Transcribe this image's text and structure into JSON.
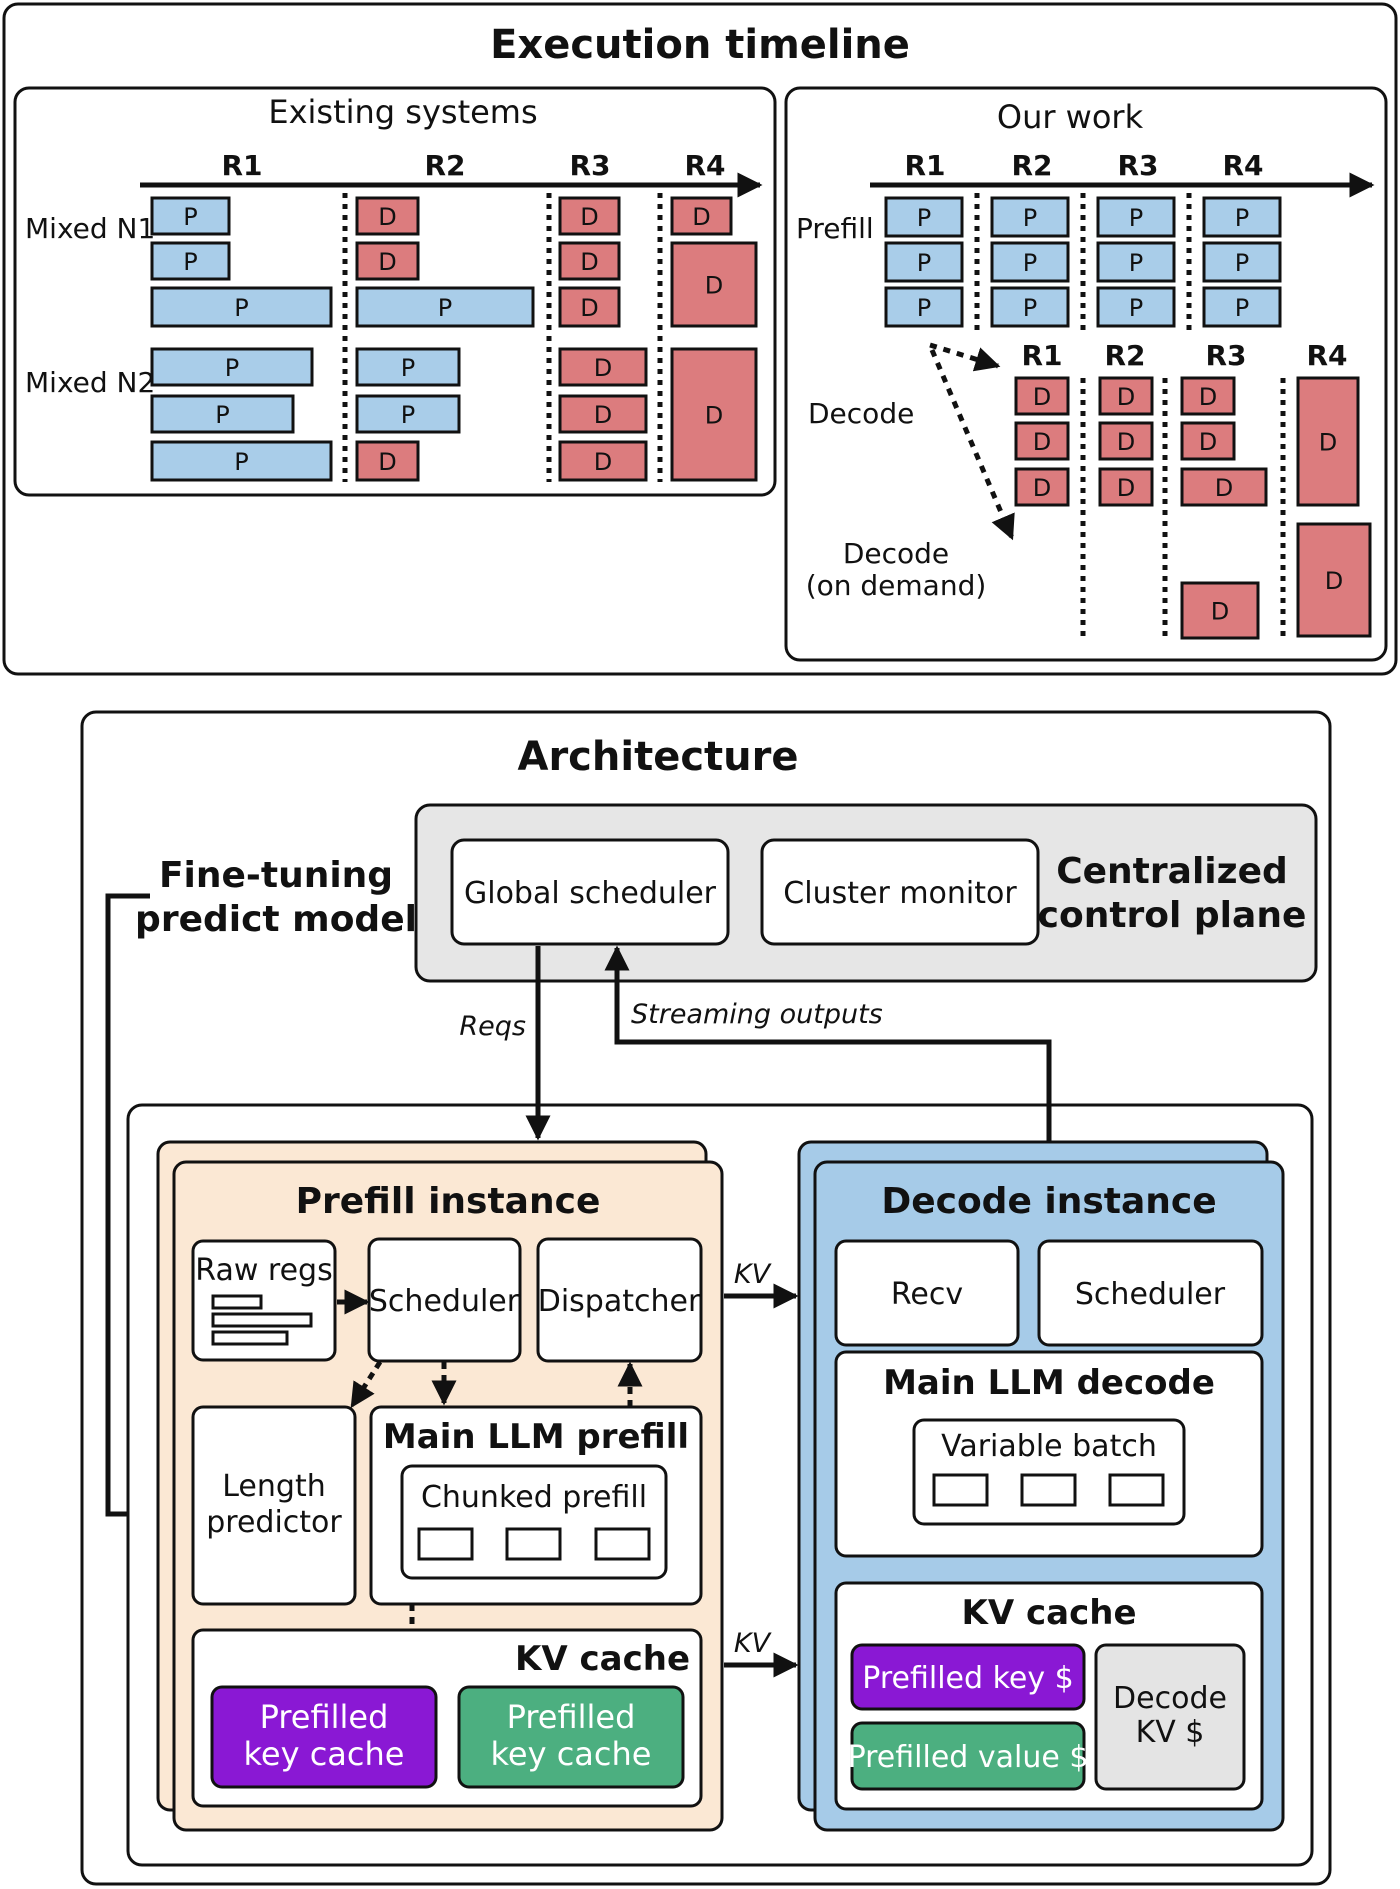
{
  "colors": {
    "prefill_block": "#a9cde9",
    "decode_block": "#dc7c7e",
    "prefill_instance_bg": "#fbe8d4",
    "decode_instance_bg": "#a6cbe8",
    "control_plane_bg": "#e6e6e6",
    "purple": "#8a18d4",
    "green": "#4caf80",
    "gray_box": "#e4e4e4",
    "stroke": "#111111"
  },
  "timeline": {
    "title": "Execution timeline",
    "existing": {
      "title": "Existing systems",
      "rounds": [
        "R1",
        "R2",
        "R3",
        "R4"
      ],
      "row_labels": [
        "Mixed N1",
        "Mixed N2"
      ],
      "block_p": "P",
      "block_d": "D"
    },
    "ours": {
      "title": "Our work",
      "rounds": [
        "R1",
        "R2",
        "R3",
        "R4"
      ],
      "decode_rounds": [
        "R1",
        "R2",
        "R3",
        "R4"
      ],
      "row_prefill": "Prefill",
      "row_decode": "Decode",
      "row_on_demand_1": "Decode",
      "row_on_demand_2": "(on demand)",
      "block_p": "P",
      "block_d": "D"
    }
  },
  "architecture": {
    "title": "Architecture",
    "fine_tuning_1": "Fine-tuning",
    "fine_tuning_2": "predict model",
    "control_plane": {
      "label_1": "Centralized",
      "label_2": "control plane",
      "global_scheduler": "Global scheduler",
      "cluster_monitor": "Cluster monitor"
    },
    "reqs_label": "Reqs",
    "streaming_label": "Streaming outputs",
    "kv_label_top": "KV",
    "kv_label_bottom": "KV",
    "prefill_instance": {
      "title": "Prefill instance",
      "raw_reqs": "Raw regs",
      "scheduler": "Scheduler",
      "dispatcher": "Dispatcher",
      "length_1": "Length",
      "length_2": "predictor",
      "main_llm": "Main LLM prefill",
      "chunked": "Chunked prefill",
      "kv_cache": "KV cache",
      "purple_1": "Prefilled",
      "purple_2": "key cache",
      "green_1": "Prefilled",
      "green_2": "key cache"
    },
    "decode_instance": {
      "title": "Decode instance",
      "recv": "Recv",
      "scheduler": "Scheduler",
      "main_llm": "Main LLM decode",
      "variable_batch": "Variable batch",
      "kv_cache": "KV cache",
      "prefilled_key": "Prefilled key $",
      "prefilled_value": "Prefilled value $",
      "decode_kv_1": "Decode",
      "decode_kv_2": "KV $"
    }
  }
}
